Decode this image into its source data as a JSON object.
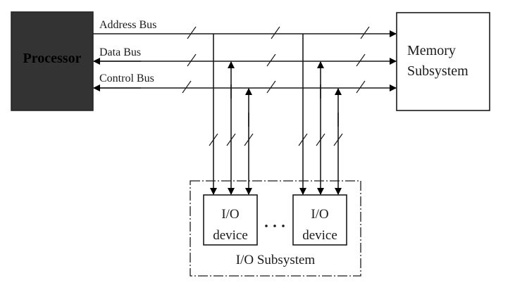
{
  "diagram": {
    "type": "computer-bus-architecture",
    "processor": {
      "label": "Processor",
      "fill": "#333333"
    },
    "memory": {
      "label_line1": "Memory",
      "label_line2": "Subsystem"
    },
    "buses": [
      {
        "label": "Address Bus",
        "direction": "processor-to-memory"
      },
      {
        "label": "Data Bus",
        "direction": "bidirectional"
      },
      {
        "label": "Control Bus",
        "direction": "bidirectional"
      }
    ],
    "io_subsystem": {
      "label": "I/O Subsystem",
      "border_style": "dash-dot",
      "devices": [
        {
          "label_line1": "I/O",
          "label_line2": "device"
        },
        {
          "label_line1": "I/O",
          "label_line2": "device"
        }
      ],
      "ellipsis": "…"
    },
    "bus_width_marker": "slash"
  }
}
